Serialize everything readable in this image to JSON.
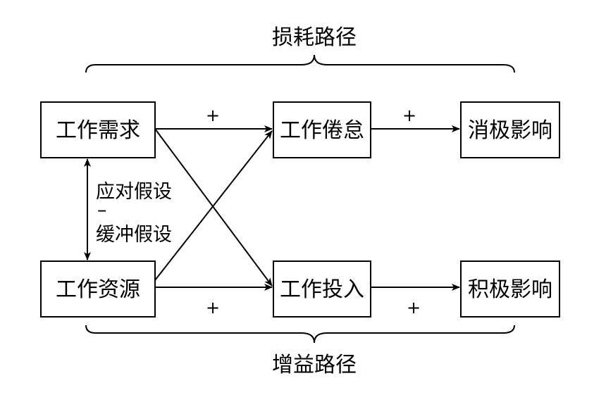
{
  "paths": {
    "loss": "损耗路径",
    "gain": "增益路径"
  },
  "boxes": {
    "job_demands": "工作需求",
    "job_resources": "工作资源",
    "burnout": "工作倦怠",
    "engagement": "工作投入",
    "negative_outcomes": "消极影响",
    "positive_outcomes": "积极影响"
  },
  "hypotheses": {
    "coping": "应对假设",
    "sign": "–",
    "buffer": "缓冲假设"
  },
  "signs": {
    "demands_to_burnout": "+",
    "burnout_to_negative": "+",
    "resources_to_engagement": "+",
    "engagement_to_positive": "+"
  }
}
